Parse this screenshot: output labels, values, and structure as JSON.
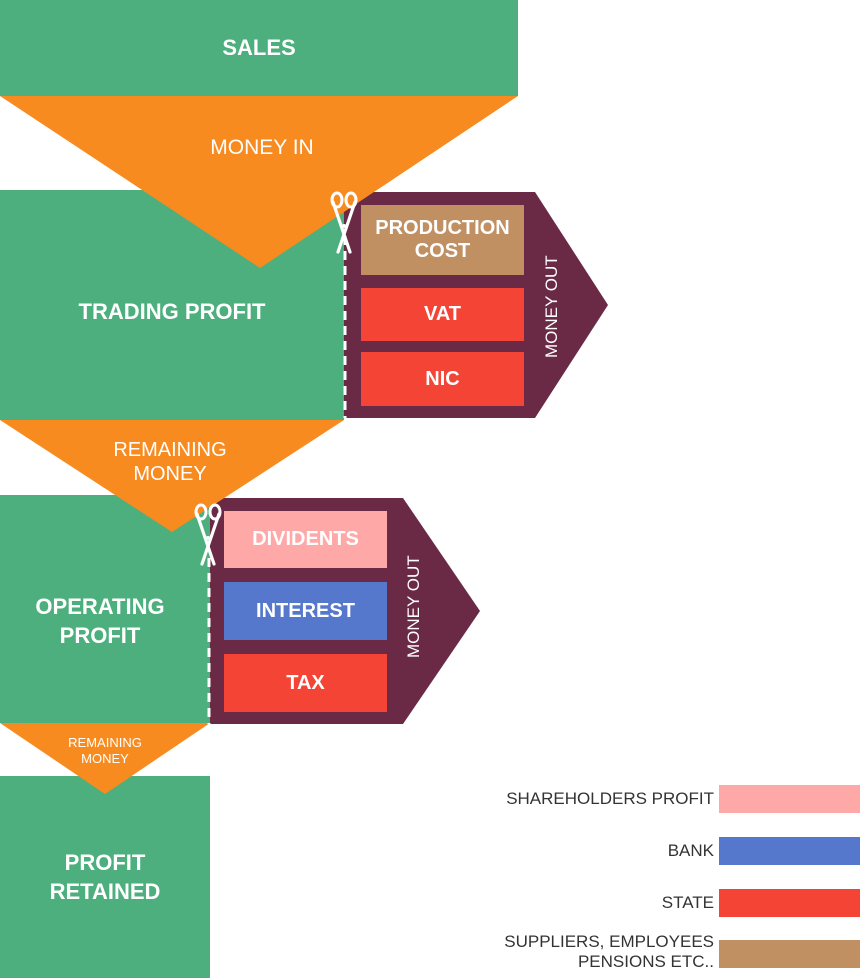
{
  "colors": {
    "green": "#4caf7d",
    "orange": "#f78b1f",
    "maroon": "#6a2a46",
    "shareholders": "#ffa8a8",
    "bank": "#5577cc",
    "state": "#f44436",
    "suppliers": "#c09063"
  },
  "boxes": {
    "sales": "SALES",
    "trading_profit": "TRADING PROFIT",
    "operating_profit": "OPERATING\nPROFIT",
    "profit_retained": "PROFIT\nRETAINED"
  },
  "flows": {
    "money_in": "MONEY IN",
    "remaining_money_1": "REMAINING\nMONEY",
    "remaining_money_2": "REMAINING\nMONEY"
  },
  "money_out": {
    "label_1": "MONEY OUT",
    "label_2": "MONEY OUT"
  },
  "deductions": {
    "production_cost": "PRODUCTION\nCOST",
    "vat": "VAT",
    "nic": "NIC",
    "dividents": "DIVIDENTS",
    "interest": "INTEREST",
    "tax": "TAX"
  },
  "legend": [
    {
      "label": "SHAREHOLDERS PROFIT",
      "color": "#ffa8a8"
    },
    {
      "label": "BANK",
      "color": "#5577cc"
    },
    {
      "label": "STATE",
      "color": "#f44436"
    },
    {
      "label": "SUPPLIERS, EMPLOYEES\nPENSIONS ETC..",
      "color": "#c09063"
    }
  ],
  "icons": [
    "scissors-icon"
  ]
}
